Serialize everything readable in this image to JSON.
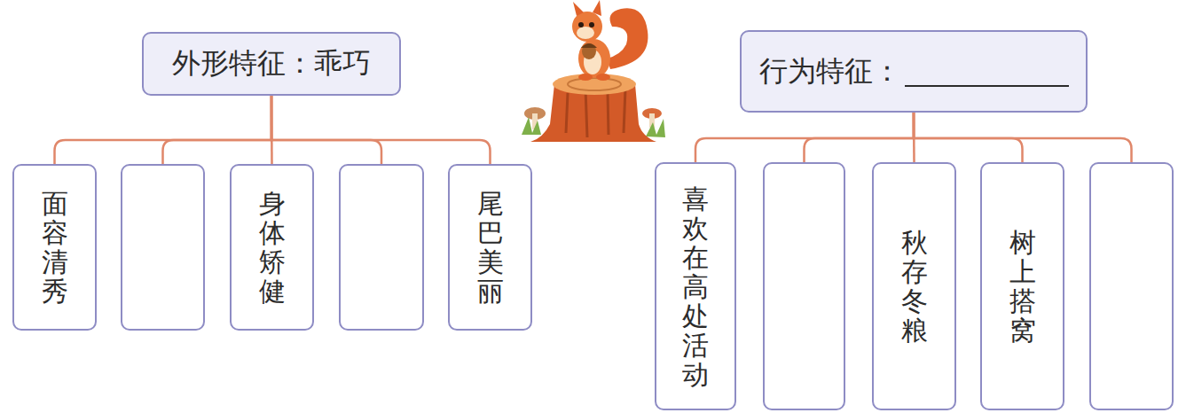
{
  "diagram": {
    "nodes": [
      {
        "text": [
          "外形特征：乖巧"
        ]
      },
      {
        "text": [
          "面容清秀"
        ]
      },
      {
        "text": []
      },
      {
        "text": [
          "身体矫健"
        ]
      },
      {
        "text": []
      },
      {
        "text": [
          "尾巴美丽"
        ]
      },
      {
        "text": [
          "行为特征："
        ]
      },
      {
        "text": [
          "喜欢在高处活动"
        ]
      },
      {
        "text": []
      },
      {
        "text": [
          "秋存冬粮"
        ]
      },
      {
        "text": [
          "树上搭窝"
        ]
      },
      {
        "text": []
      }
    ],
    "edges": [
      {
        "from": 0,
        "to": 1,
        "arrow": "none"
      },
      {
        "from": 0,
        "to": 2,
        "arrow": "none"
      },
      {
        "from": 0,
        "to": 3,
        "arrow": "none"
      },
      {
        "from": 0,
        "to": 4,
        "arrow": "none"
      },
      {
        "from": 0,
        "to": 5,
        "arrow": "none"
      },
      {
        "from": 6,
        "to": 7,
        "arrow": "none"
      },
      {
        "from": 6,
        "to": 8,
        "arrow": "none"
      },
      {
        "from": 6,
        "to": 9,
        "arrow": "none"
      },
      {
        "from": 6,
        "to": 10,
        "arrow": "none"
      },
      {
        "from": 6,
        "to": 11,
        "arrow": "none"
      }
    ]
  }
}
